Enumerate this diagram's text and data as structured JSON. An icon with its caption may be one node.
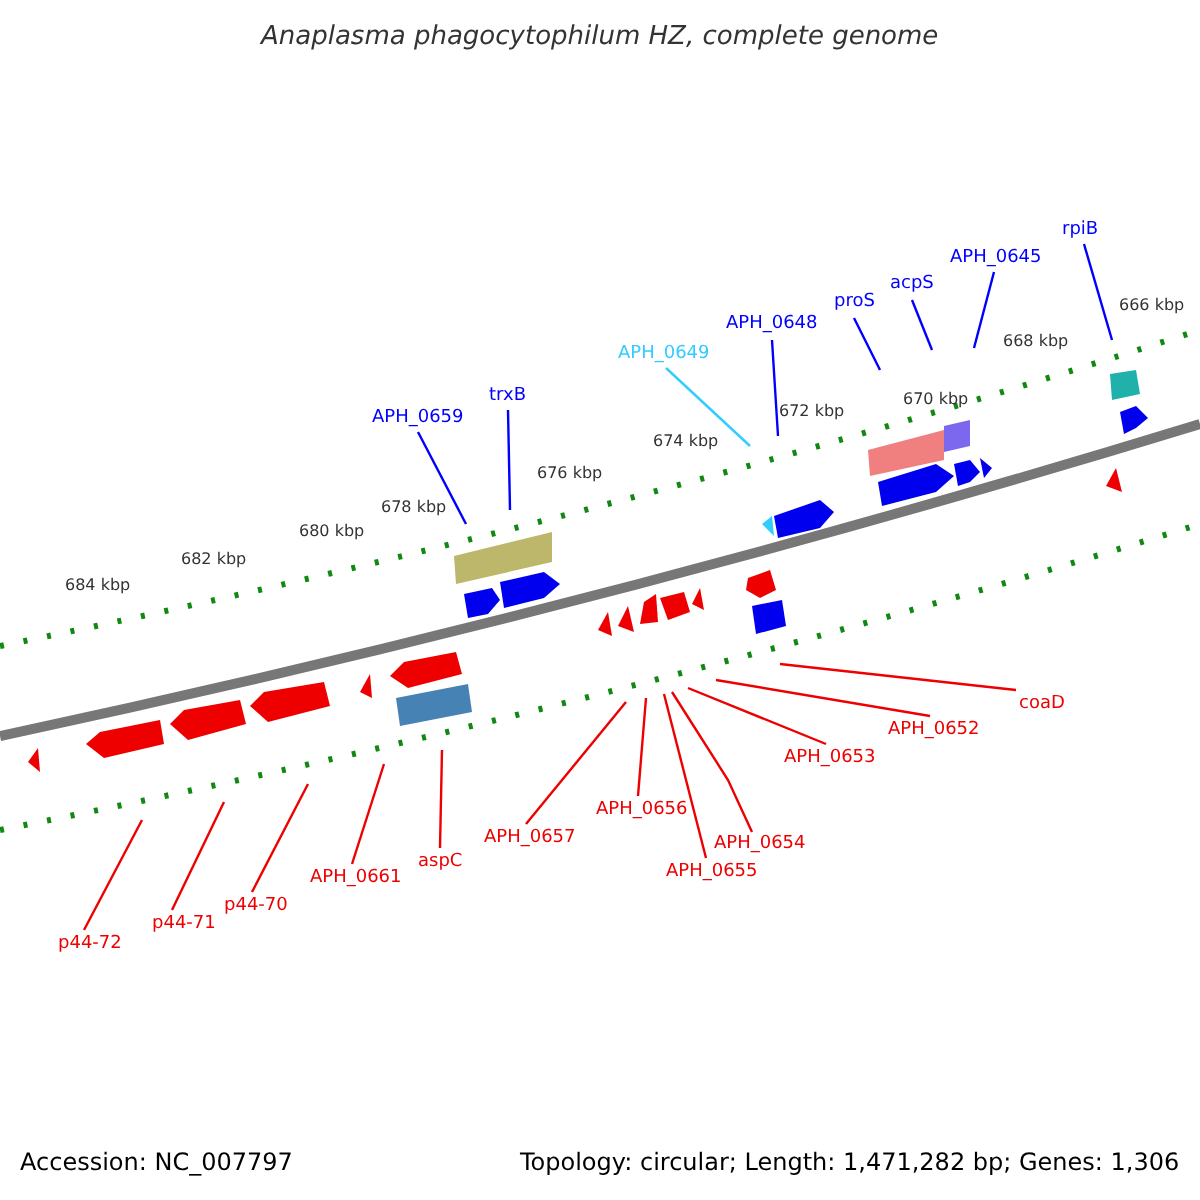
{
  "diagram": {
    "title": "Anaplasma phagocytophilum HZ, complete genome",
    "nodes": [
      {
        "text": [
          "rpiB"
        ]
      },
      {
        "text": [
          "APH_0645"
        ]
      },
      {
        "text": [
          "acpS"
        ]
      },
      {
        "text": [
          "proS"
        ]
      },
      {
        "text": [
          "APH_0648"
        ]
      },
      {
        "text": [
          "APH_0649"
        ]
      },
      {
        "text": [
          "trxB"
        ]
      },
      {
        "text": [
          "APH_0659"
        ]
      },
      {
        "text": [
          "coaD"
        ]
      },
      {
        "text": [
          "APH_0652"
        ]
      },
      {
        "text": [
          "APH_0653"
        ]
      },
      {
        "text": [
          "APH_0656"
        ]
      },
      {
        "text": [
          "APH_0657"
        ]
      },
      {
        "text": [
          "APH_0654"
        ]
      },
      {
        "text": [
          "aspC"
        ]
      },
      {
        "text": [
          "APH_0655"
        ]
      },
      {
        "text": [
          "APH_0661"
        ]
      },
      {
        "text": [
          "p44-70"
        ]
      },
      {
        "text": [
          "p44-71"
        ]
      },
      {
        "text": [
          "p44-72"
        ]
      }
    ],
    "edges": [
      {
        "from": 0,
        "to": null,
        "arrow": "none",
        "color": "#0000ff"
      },
      {
        "from": 1,
        "to": null,
        "arrow": "none",
        "color": "#0000ff"
      },
      {
        "from": 2,
        "to": null,
        "arrow": "none",
        "color": "#0000ff"
      },
      {
        "from": 3,
        "to": null,
        "arrow": "none",
        "color": "#0000ff"
      },
      {
        "from": 4,
        "to": null,
        "arrow": "none",
        "color": "#0000ff"
      },
      {
        "from": 5,
        "to": null,
        "arrow": "none",
        "color": "#33ccff"
      },
      {
        "from": 6,
        "to": null,
        "arrow": "none",
        "color": "#0000ff"
      },
      {
        "from": 7,
        "to": null,
        "arrow": "none",
        "color": "#0000ff"
      },
      {
        "from": 8,
        "to": null,
        "arrow": "none"
      },
      {
        "from": 9,
        "to": null,
        "arrow": "none"
      },
      {
        "from": 10,
        "to": null,
        "arrow": "none"
      },
      {
        "from": 11,
        "to": null,
        "arrow": "none"
      },
      {
        "from": 12,
        "to": null,
        "arrow": "none"
      },
      {
        "from": 13,
        "to": null,
        "arrow": "none"
      },
      {
        "from": 14,
        "to": null,
        "arrow": "none"
      },
      {
        "from": 15,
        "to": null,
        "arrow": "none"
      },
      {
        "from": 16,
        "to": null,
        "arrow": "none"
      },
      {
        "from": 17,
        "to": null,
        "arrow": "none"
      },
      {
        "from": 18,
        "to": null,
        "arrow": "none"
      },
      {
        "from": 19,
        "to": null,
        "arrow": "none"
      }
    ],
    "labels": [
      "666 kbp",
      "668 kbp",
      "670 kbp",
      "672 kbp",
      "674 kbp",
      "676 kbp",
      "678 kbp",
      "680 kbp",
      "682 kbp",
      "684 kbp",
      "Accession: NC_007797",
      "Topology: circular; Length: 1,471,282 bp; Genes: 1,306"
    ]
  }
}
